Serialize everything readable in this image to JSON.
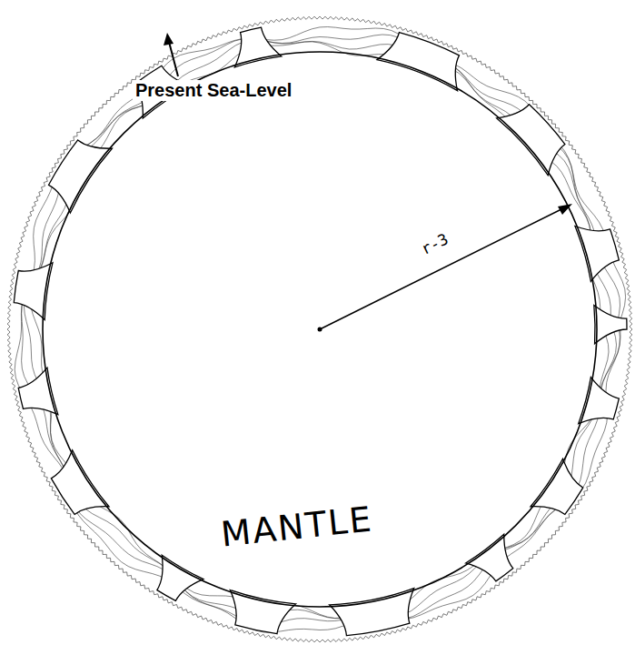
{
  "diagram": {
    "nodes": [
      {
        "text": [
          "MANTLE"
        ]
      }
    ],
    "labels": [
      "Present Sea-Level",
      "r-3"
    ]
  }
}
